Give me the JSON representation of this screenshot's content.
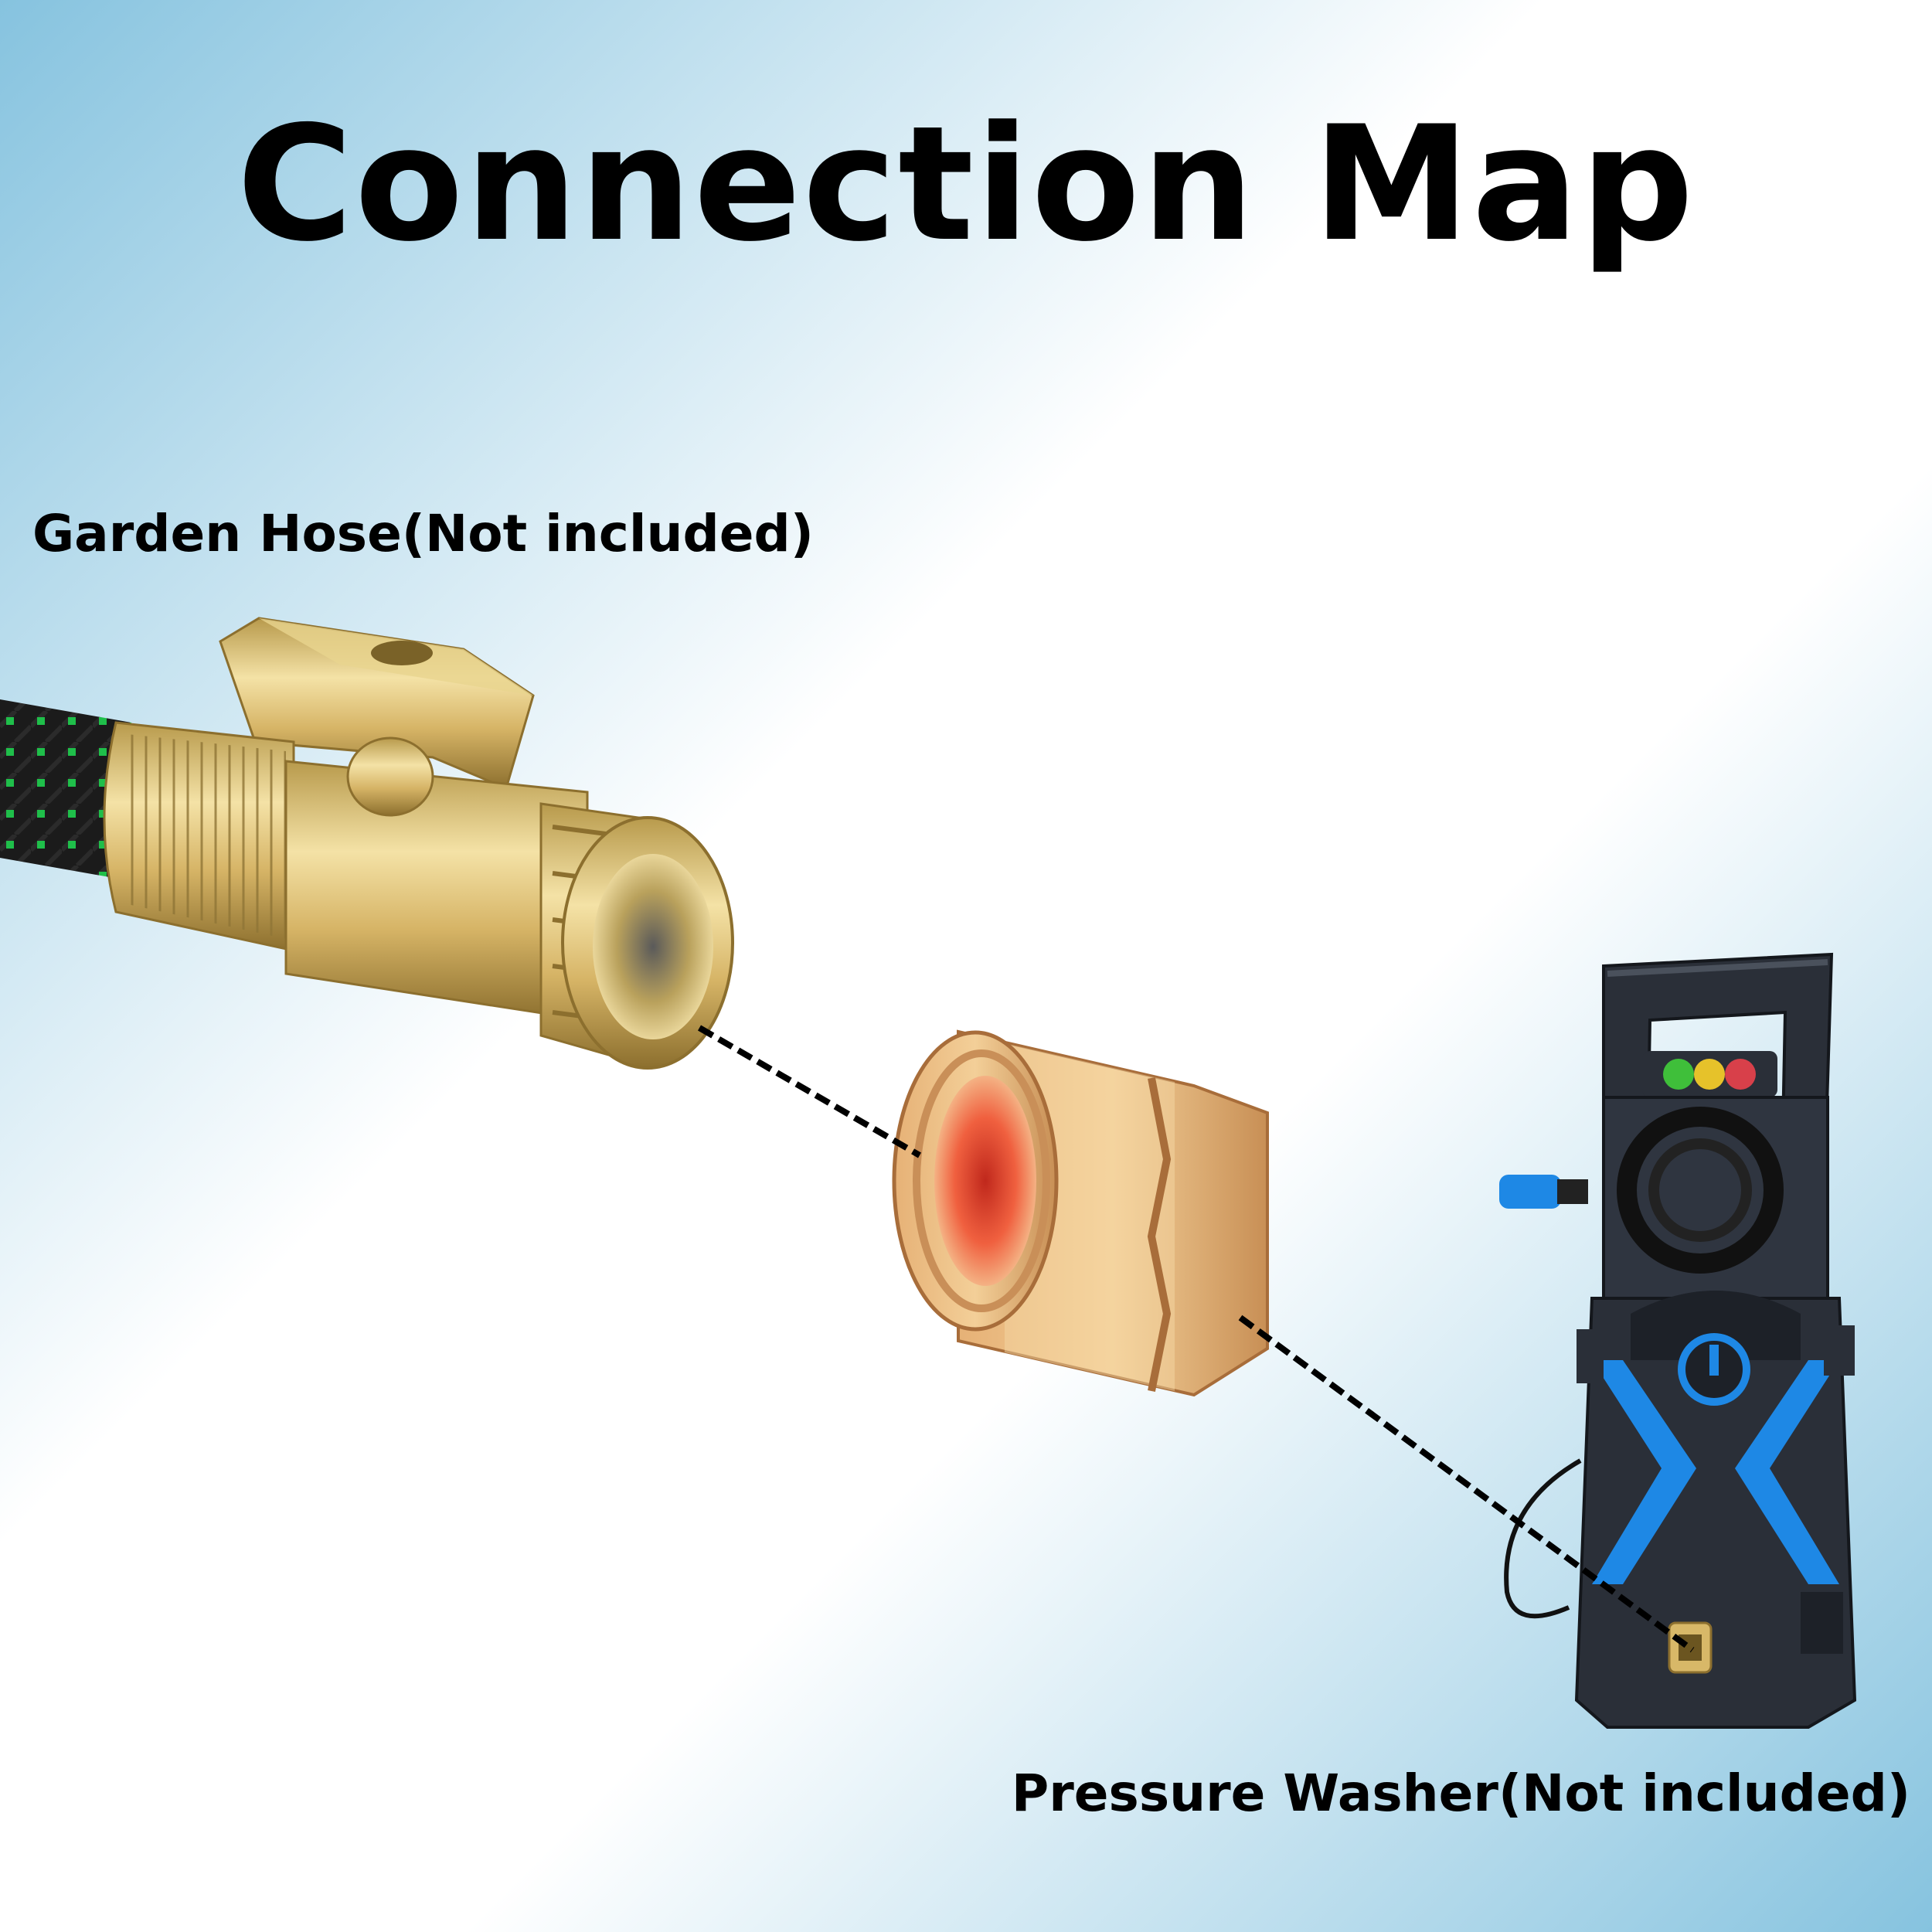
{
  "title": "Connection Map",
  "labels": {
    "garden_hose": "Garden Hose(Not included)",
    "pressure_washer": "Pressure Washer(Not included)"
  },
  "components": [
    {
      "name": "garden-hose-shutoff-valve",
      "icon": "brass-valve"
    },
    {
      "name": "adapter",
      "icon": "brass-female-coupler"
    },
    {
      "name": "pressure-washer",
      "icon": "pressure-washer-unit"
    }
  ],
  "colors": {
    "background_edge": "#8ec9e2",
    "background_center": "#ffffff",
    "brass": "#d8b868",
    "washer_blue": "#1e88e5",
    "washer_body": "#2a2f38",
    "hose_green": "#22c55e",
    "connector_line": "#000000"
  }
}
